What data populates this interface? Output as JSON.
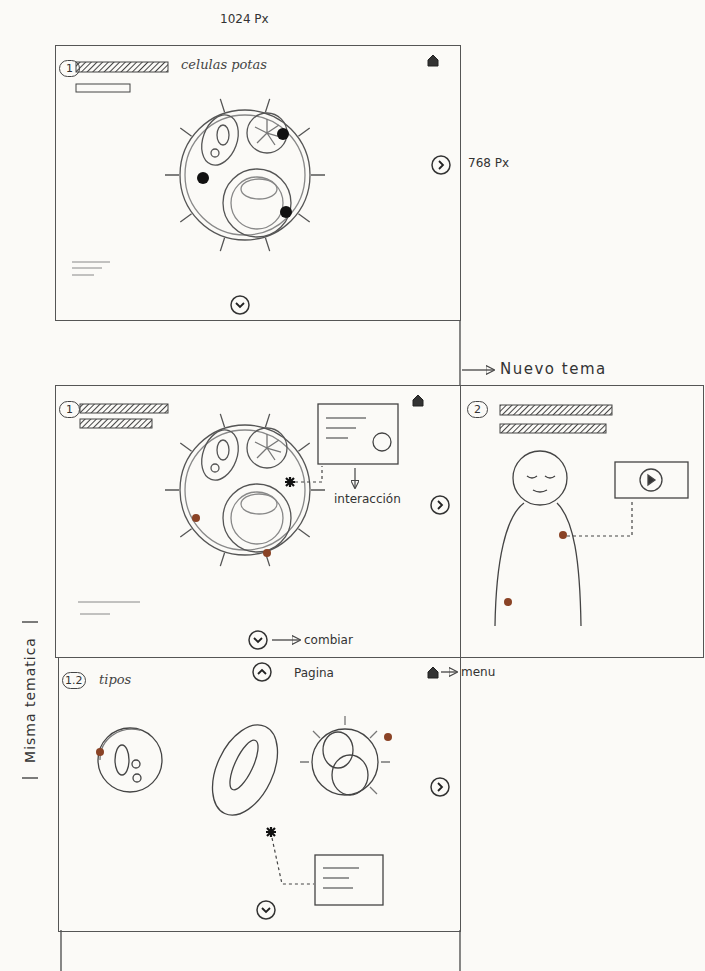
{
  "diagram": {
    "nodes": [
      {
        "text": [
          "1",
          "celulas potas"
        ]
      },
      {
        "text": [
          "1"
        ]
      },
      {
        "text": [
          "2"
        ]
      },
      {
        "text": [
          "1.2",
          "tipos"
        ]
      }
    ],
    "labels": [
      "1024 Px",
      "768 Px",
      "Nuevo tema",
      "interacción",
      "combiar",
      "Pagina",
      "menu",
      "Misma tematica"
    ]
  }
}
